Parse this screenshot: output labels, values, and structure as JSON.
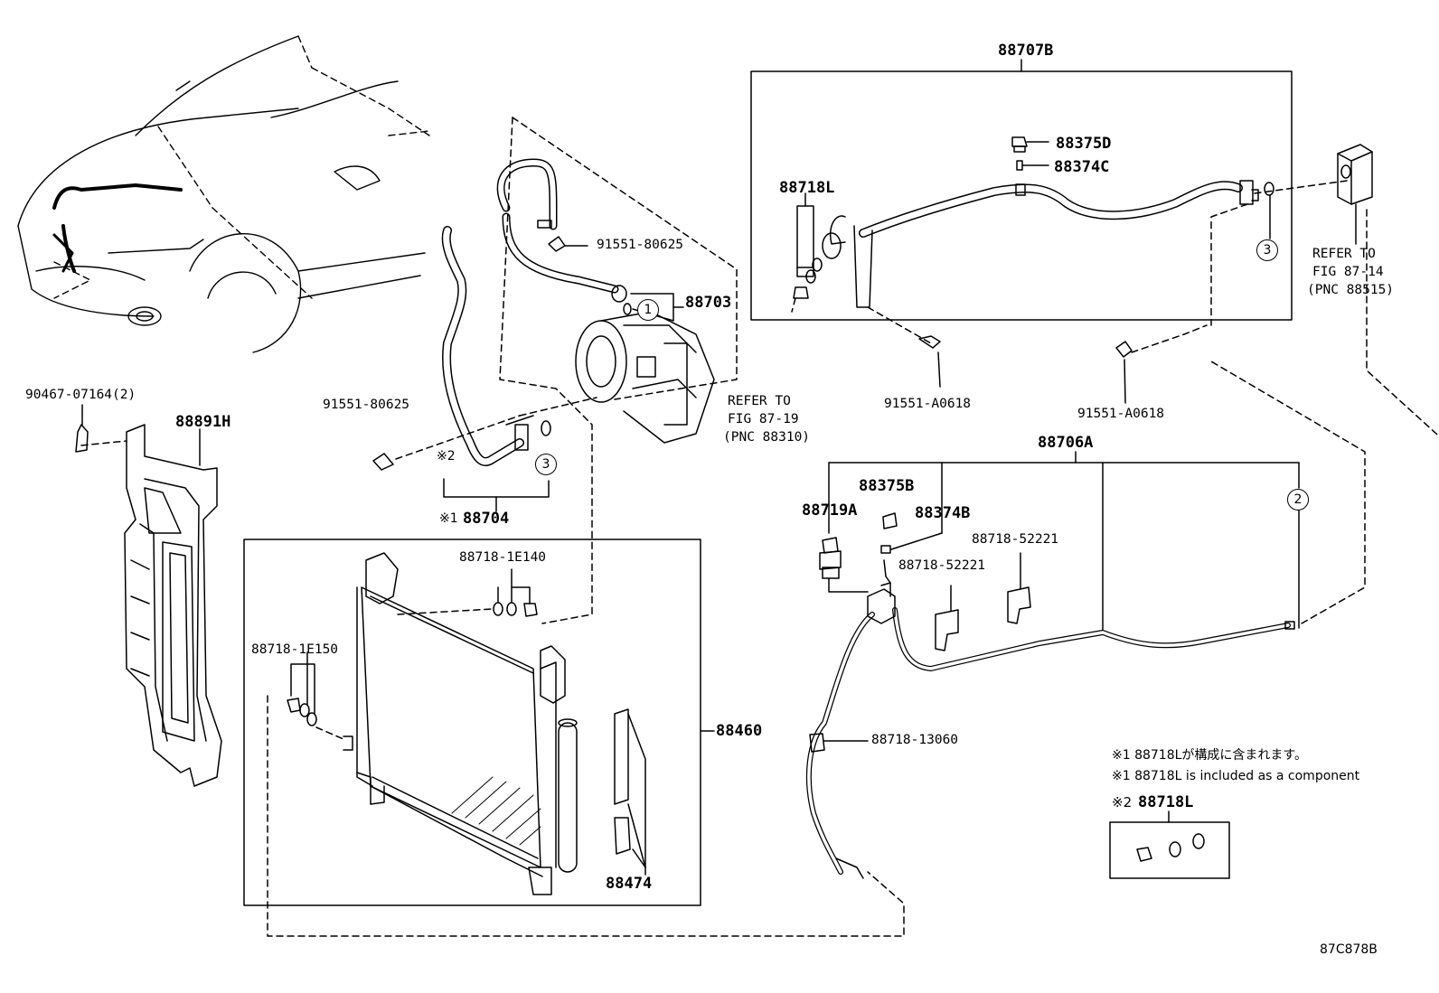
{
  "labels": {
    "p88707B": "88707B",
    "p88375D": "88375D",
    "p88374C": "88374C",
    "p88718L": "88718L",
    "p91551_80625_top": "91551-80625",
    "p88703": "88703",
    "p91551_80625_left": "91551-80625",
    "refer_87_19_l1": "REFER TO",
    "refer_87_19_l2": "FIG 87-19",
    "refer_87_19_l3": "(PNC 88310)",
    "refer_87_14_l1": "REFER TO",
    "refer_87_14_l2": "FIG 87-14",
    "refer_87_14_l3": "(PNC 88515)",
    "p91551_A0618_a": "91551-A0618",
    "p91551_A0618_b": "91551-A0618",
    "p88706A": "88706A",
    "p88375B": "88375B",
    "p88719A": "88719A",
    "p88374B": "88374B",
    "p88718_52221_a": "88718-52221",
    "p88718_52221_b": "88718-52221",
    "p90467_07164": "90467-07164(2)",
    "p88891H": "88891H",
    "p88704_mark": "※1",
    "p88704": "88704",
    "mark_x2": "※2",
    "p88718_1E140": "88718-1E140",
    "p88718_1E150": "88718-1E150",
    "p88460": "88460",
    "p88474": "88474",
    "p88718_13060": "88718-13060",
    "box_mark": "※2",
    "box_part": "88718L",
    "diagram_code": "87C878B"
  },
  "notes": {
    "ja": "※1 88718Lが構成に含まれます。",
    "en": "※1 88718L is included as a component"
  },
  "callouts": {
    "c1": "1",
    "c2": "2",
    "c3a": "3",
    "c3b": "3"
  }
}
